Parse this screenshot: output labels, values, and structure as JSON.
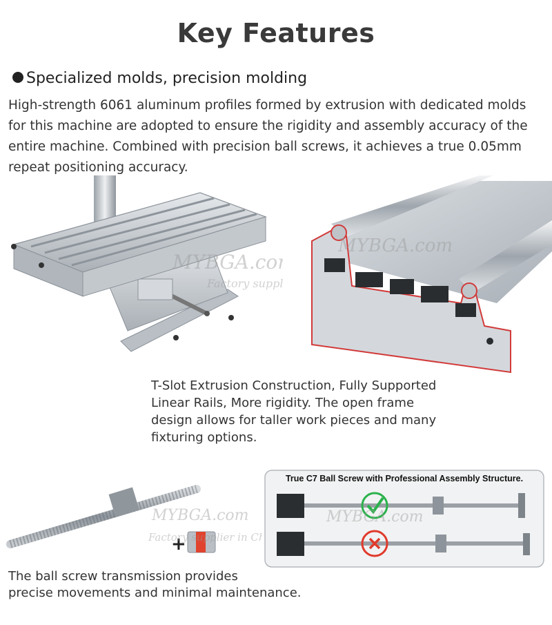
{
  "page": {
    "title": "Key Features",
    "section_heading": "Specialized molds, precision molding",
    "intro_lines": [
      "High-strength 6061 aluminum profiles formed by extrusion with dedicated molds",
      "for this machine are adopted to ensure the rigidity and assembly accuracy of the",
      "entire machine. Combined with precision ball screws, it achieves a true 0.05mm",
      "repeat positioning accuracy."
    ]
  },
  "extrusion": {
    "caption_lines": [
      "T-Slot Extrusion Construction, Fully Supported",
      "Linear Rails, More rigidity. The open frame",
      "design allows for taller work pieces and many",
      "fixturing options."
    ]
  },
  "ballscrew": {
    "panel_title": "True C7 Ball Screw with Professional Assembly Structure.",
    "caption_lines": [
      "The ball screw transmission provides",
      "precise movements and minimal maintenance."
    ]
  },
  "watermark": {
    "brand": "MYBGA.com",
    "tagline": "Factory supplier in China"
  },
  "colors": {
    "heading": "#3a3a3a",
    "body_text": "#333333",
    "aluminum": "#c9ced3",
    "outline_red": "#d23a3a",
    "check_green": "#2bb24c",
    "cross_red": "#e03b2b"
  },
  "icons": {
    "correct_mark": "check-icon",
    "incorrect_mark": "cross-icon"
  }
}
